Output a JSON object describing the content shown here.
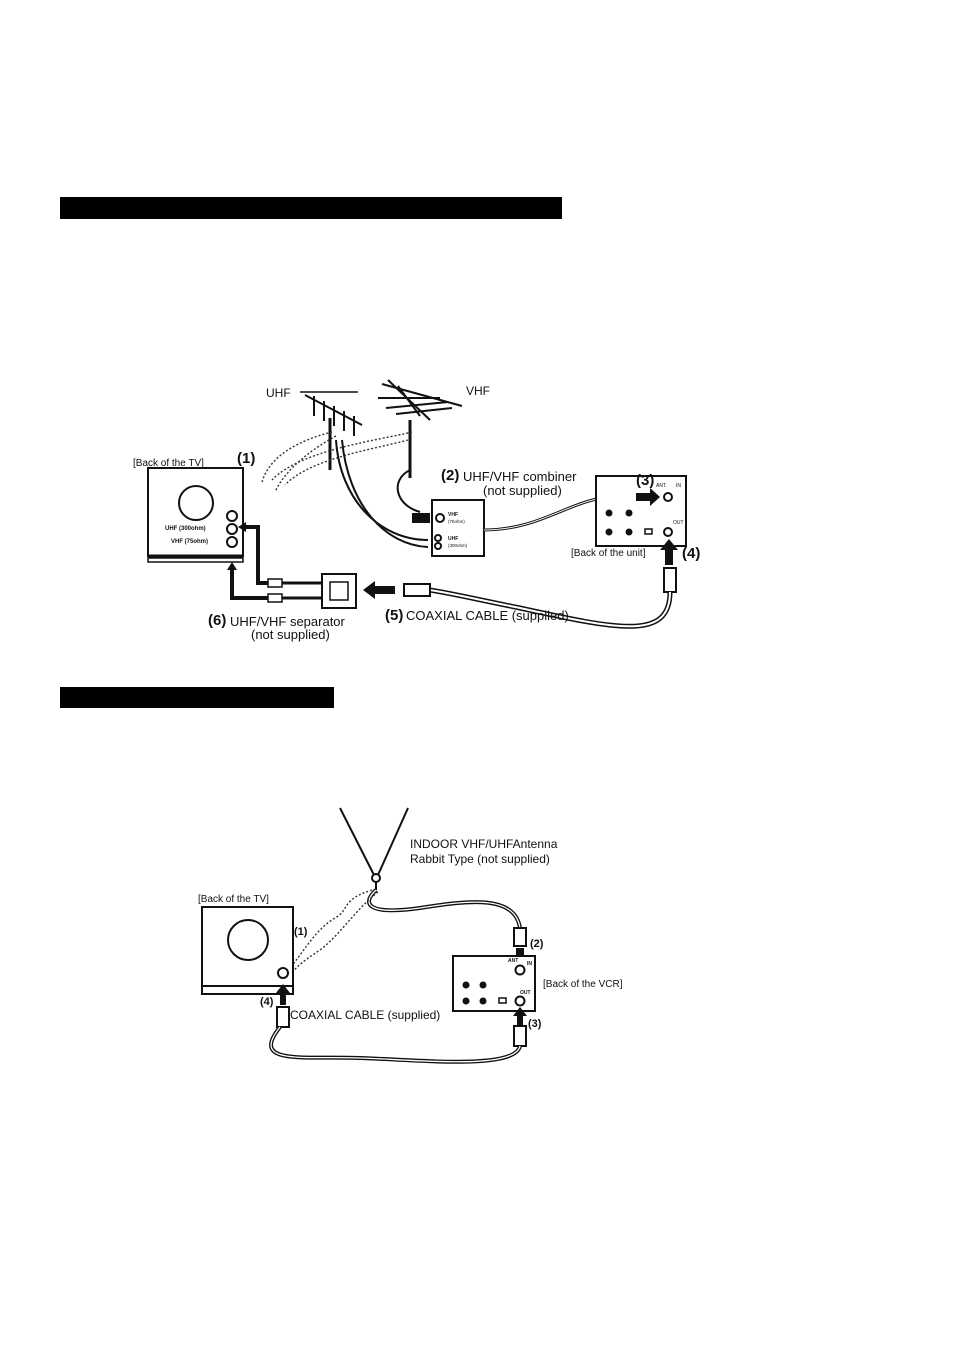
{
  "section1": {
    "labels": {
      "uhf": "UHF",
      "vhf": "VHF",
      "back_tv": "[Back of the TV]",
      "step1": "(1)",
      "step2": "(2)",
      "combiner": "UHF/VHF combiner",
      "combiner_note": "(not supplied)",
      "step3": "(3)",
      "ant": "ANT.",
      "in": "IN",
      "out": "OUT",
      "back_unit": "[Back of the unit]",
      "step4": "(4)",
      "tv_uhf": "UHF (300ohm)",
      "tv_vhf": "VHF (75ohm)",
      "comb_vhf": "VHF",
      "comb_vhf_ohm": "(75ohm)",
      "comb_uhf": "UHF",
      "comb_uhf_ohm": "(300ohm)",
      "step5": "(5)",
      "coax": "COAXIAL CABLE (supplied)",
      "step6": "(6)",
      "separator": "UHF/VHF separator",
      "separator_note": "(not supplied)"
    }
  },
  "section2": {
    "labels": {
      "antenna": "INDOOR VHF/UHFAntenna",
      "antenna_type": "Rabbit Type (not supplied)",
      "back_tv": "[Back of the TV]",
      "step1": "(1)",
      "step2": "(2)",
      "ant": "ANT",
      "in": "IN",
      "back_vcr": "[Back of the VCR]",
      "out": "OUT",
      "step4": "(4)",
      "coax": "COAXIAL CABLE (supplied)",
      "step3": "(3)"
    }
  }
}
